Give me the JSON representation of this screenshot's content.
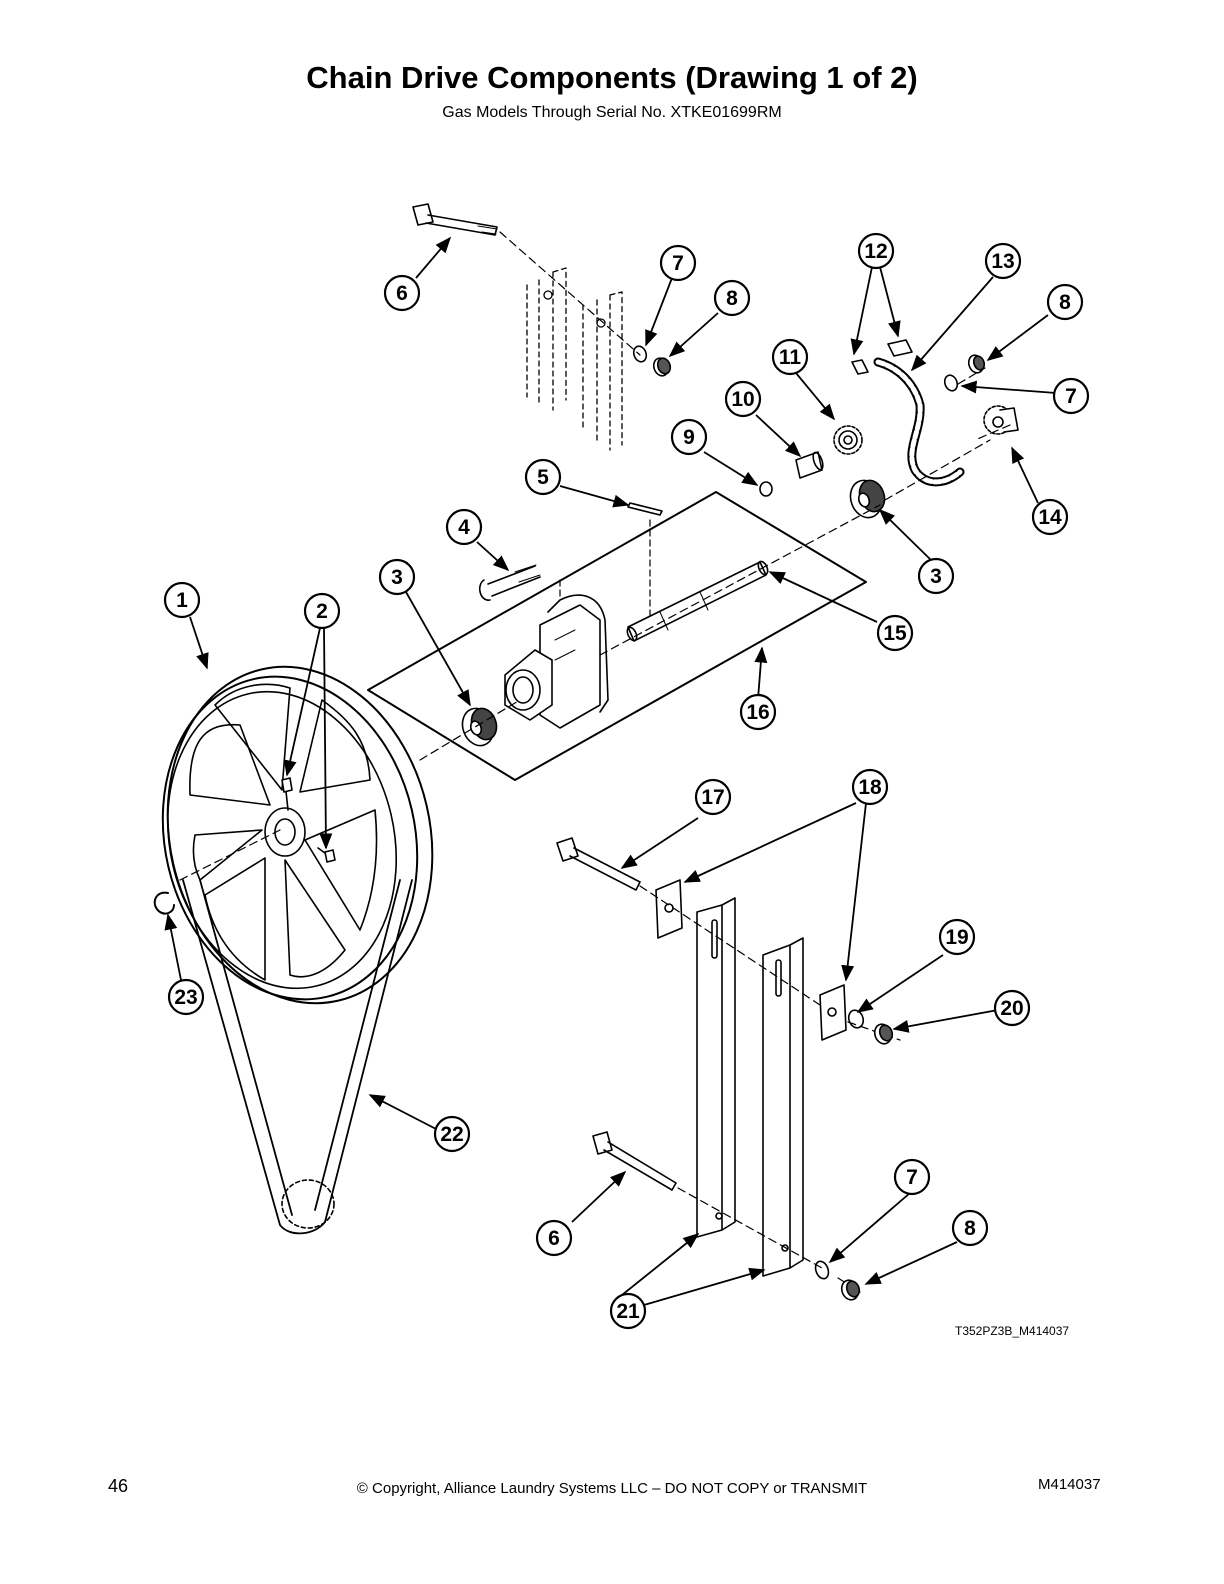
{
  "header": {
    "title": "Chain Drive Components (Drawing 1 of 2)",
    "subtitle": "Gas Models Through Serial No. XTKE01699RM"
  },
  "callouts": [
    "1",
    "2",
    "3",
    "4",
    "5",
    "6",
    "7",
    "8",
    "9",
    "10",
    "11",
    "12",
    "13",
    "14",
    "15",
    "16",
    "17",
    "18",
    "19",
    "20",
    "21",
    "22",
    "23"
  ],
  "drawing_code": "T352PZ3B_M414037",
  "footer": {
    "page_number": "46",
    "copyright": "© Copyright, Alliance Laundry Systems LLC – DO NOT COPY or TRANSMIT",
    "document_number": "M414037"
  }
}
